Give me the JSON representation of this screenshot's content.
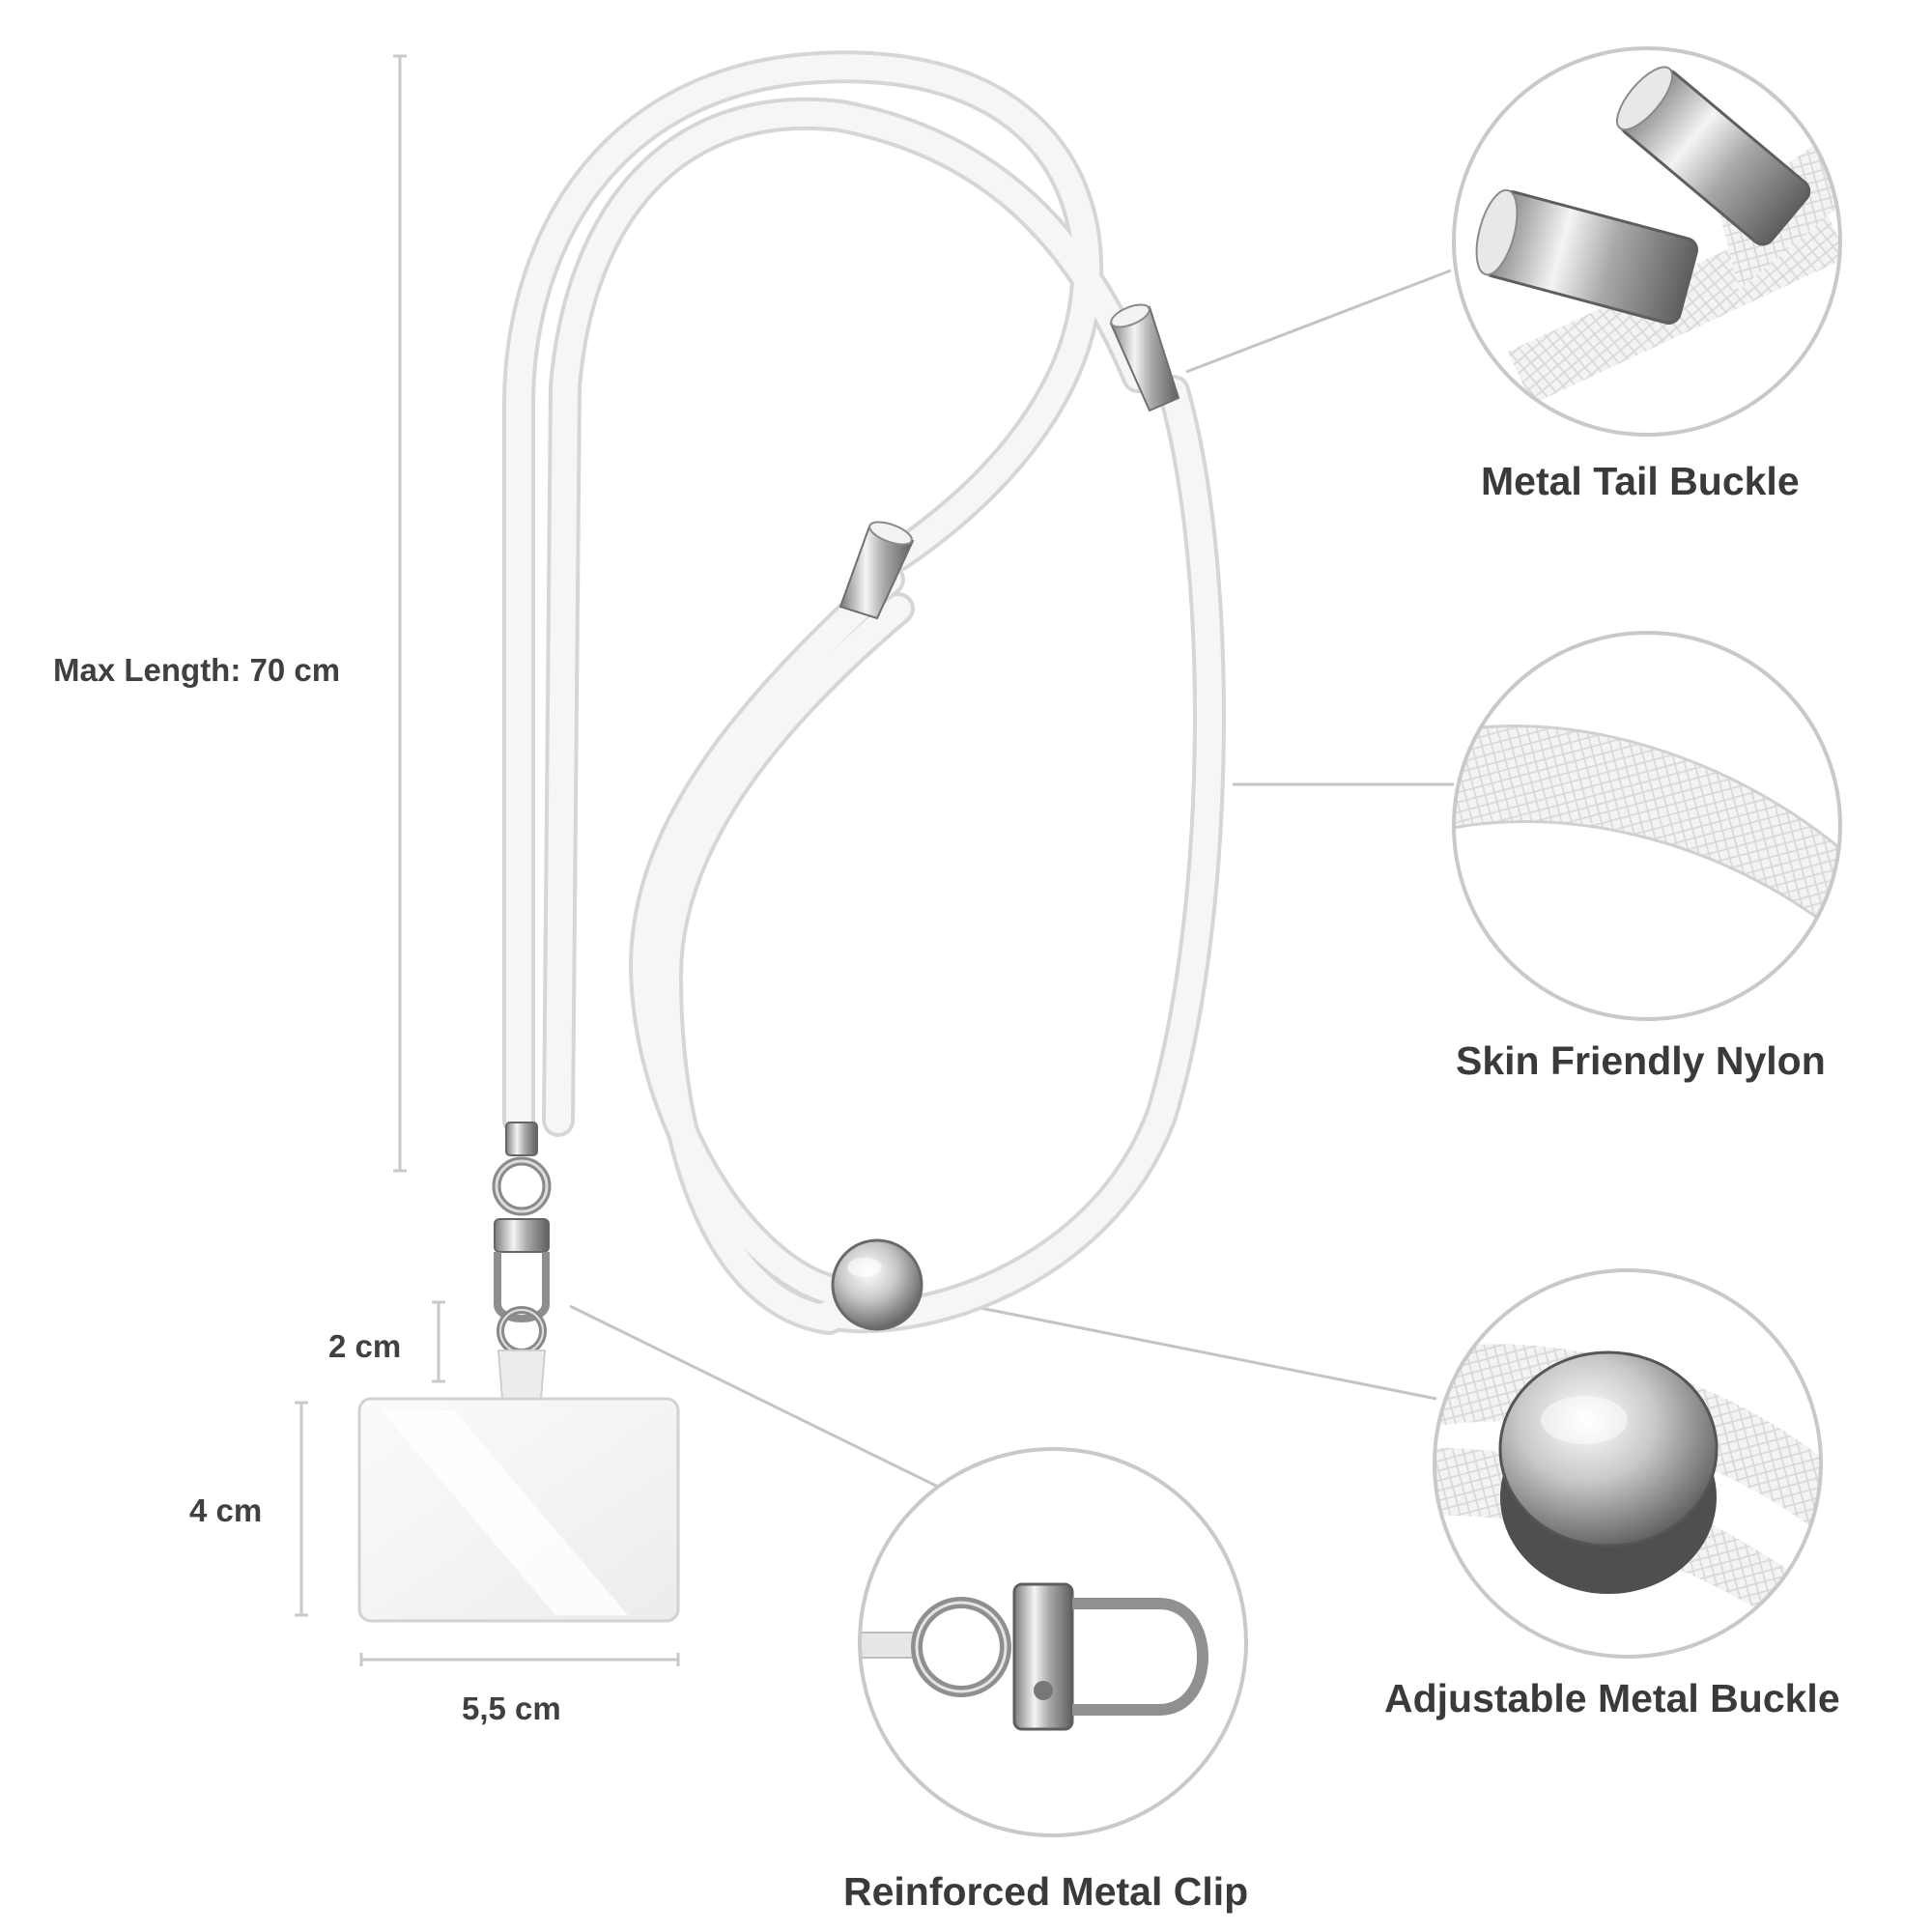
{
  "dimensions": {
    "max_length": "Max Length: 70 cm",
    "clip_height": "2 cm",
    "patch_height": "4 cm",
    "patch_width": "5,5 cm"
  },
  "features": [
    {
      "label": "Metal Tail Buckle"
    },
    {
      "label": "Skin Friendly Nylon"
    },
    {
      "label": "Adjustable Metal Buckle"
    },
    {
      "label": "Reinforced Metal Clip"
    }
  ],
  "colors": {
    "cord": "#f4f4f4",
    "metal": "#b8b8b8",
    "text": "#3a3a3a",
    "lines": "#c4c4c4"
  }
}
